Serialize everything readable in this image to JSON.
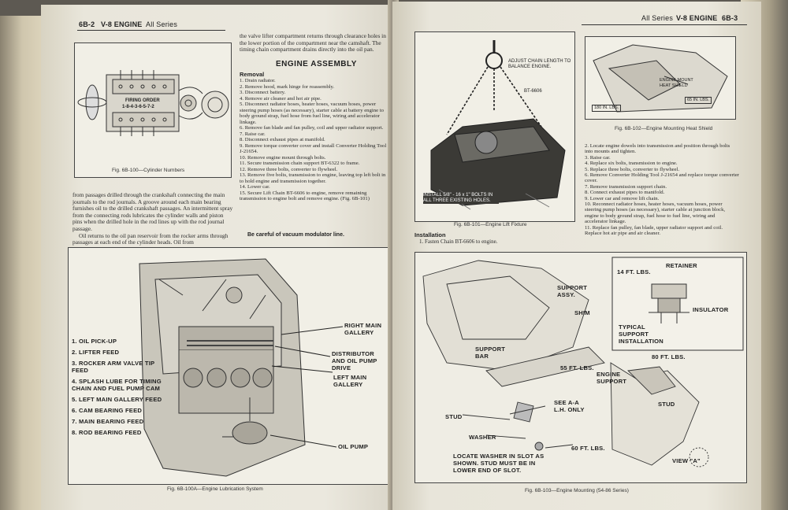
{
  "left_page": {
    "header_left": "6B-2",
    "header_mid": "V-8 ENGINE",
    "header_right": "All Series",
    "fig100_caption": "Fig. 6B-100—Cylinder Numbers",
    "fig100_plate": [
      "FIRING ORDER",
      "1-8-4-3-6-5-7-2"
    ],
    "body_left": "from passages drilled through the crankshaft connecting the main journals to the rod journals. A groove around each main bearing furnishes oil to the drilled crankshaft passages. An intermittent spray from the connecting rods lubricates the cylinder walls and piston pins when the drilled hole in the rod lines up with the rod journal passage.",
    "body_left2": "Oil returns to the oil pan reservoir from the rocker arms through passages at each end of the cylinder heads. Oil from",
    "col2_intro": "the valve lifter compartment returns through clearance holes in the lower portion of the compartment near the camshaft. The timing chain compartment drains directly into the oil pan.",
    "section_title": "ENGINE ASSEMBLY",
    "removal_title": "Removal",
    "removal_steps": [
      "1. Drain radiator.",
      "2. Remove hood, mark hinge for reassembly.",
      "3. Disconnect battery.",
      "4. Remove air cleaner and hot air pipe.",
      "5. Disconnect radiator hoses, heater hoses, vacuum hoses, power steering pump hoses (as necessary), starter cable at battery engine to body ground strap, fuel hose from fuel line, wiring and accelerator linkage.",
      "6. Remove fan blade and fan pulley, coil and upper radiator support.",
      "7. Raise car.",
      "8. Disconnect exhaust pipes at manifold.",
      "9. Remove torque converter cover and install Converter Holding Tool J-21654.",
      "10. Remove engine mount through bolts.",
      "11. Secure transmission chain support BT-6322 to frame.",
      "12. Remove three bolts, converter to flywheel.",
      "13. Remove five bolts, transmission to engine, leaving top left bolt in to hold engine and transmission together.",
      "14. Lower car.",
      "15. Secure Lift Chain BT-6606 to engine, remove remaining transmission to engine bolt and remove engine. (Fig. 6B-101)"
    ],
    "caution": "Be careful of vacuum modulator line.",
    "fig100a_caption": "Fig. 6B-100A—Engine Lubrication System",
    "lube_legend": [
      "1. OIL PICK-UP",
      "2. LIFTER FEED",
      "3. ROCKER ARM VALVE TIP FEED",
      "4. SPLASH LUBE FOR TIMING CHAIN AND FUEL PUMP CAM",
      "5. LEFT MAIN GALLERY FEED",
      "6. CAM BEARING FEED",
      "7. MAIN BEARING FEED",
      "8. ROD BEARING FEED"
    ],
    "lube_callouts": {
      "right_main": "RIGHT MAIN GALLERY",
      "distributor": "DISTRIBUTOR AND OIL PUMP DRIVE",
      "left_main": "LEFT MAIN GALLERY",
      "oil_pump": "OIL PUMP"
    }
  },
  "right_page": {
    "header_left": "All Series",
    "header_mid": "V-8 ENGINE",
    "header_right": "6B-3",
    "fig101_callout_top": "ADJUST CHAIN LENGTH TO BALANCE ENGINE.",
    "fig101_tool": "BT-6606",
    "fig101_callout_bottom": "INSTALL 5/8\" - 16 x 1\" BOLTS IN ALL THREE EXISTING HOLES.",
    "fig101_caption": "Fig. 6B-101—Engine Lift Fixture",
    "fig102_labels": [
      "ENGINE MOUNT HEAT SHIELD",
      "65 IN. LBS.",
      "180 IN. LBS."
    ],
    "fig102_caption": "Fig. 6B-102—Engine Mounting Heat Shield",
    "install_steps_right": [
      "2. Locate engine dowels into transmission and position through bolts into mounts and tighten.",
      "3. Raise car.",
      "4. Replace six bolts, transmission to engine.",
      "5. Replace three bolts, converter to flywheel.",
      "6. Remove Converter Holding Tool J-21654 and replace torque converter cover.",
      "7. Remove transmission support chain.",
      "8. Connect exhaust pipes to manifold.",
      "9. Lower car and remove lift chain.",
      "10. Reconnect radiator hoses, heater hoses, vacuum hoses, power steering pump hoses (as necessary), starter cable at junction block, engine to body ground strap, fuel hose to fuel line, wiring and accelerator linkage.",
      "11. Replace fan pulley, fan blade, upper radiator support and coil. Replace hot air pipe and air cleaner."
    ],
    "installation_title": "Installation",
    "install_step1": "1. Fasten Chain BT-6606 to engine.",
    "fig103_labels": {
      "support_assy": "SUPPORT ASSY.",
      "shim": "SHIM",
      "support_bar": "SUPPORT BAR",
      "ft55": "55 FT. LBS.",
      "see_aa": "SEE A-A L.H. ONLY",
      "stud": "STUD",
      "washer": "WASHER",
      "ft60": "60 FT. LBS.",
      "locate_note": "LOCATE WASHER IN SLOT AS SHOWN. STUD MUST BE IN LOWER END OF SLOT.",
      "ft14": "14 FT. LBS.",
      "retainer": "RETAINER",
      "insulator": "INSULATOR",
      "typical": "TYPICAL SUPPORT INSTALLATION",
      "engine_support": "ENGINE SUPPORT",
      "ft80": "80 FT. LBS.",
      "stud2": "STUD",
      "view_a": "VIEW \"A\""
    },
    "fig103_caption": "Fig. 6B-103—Engine Mounting (54-86 Series)"
  }
}
